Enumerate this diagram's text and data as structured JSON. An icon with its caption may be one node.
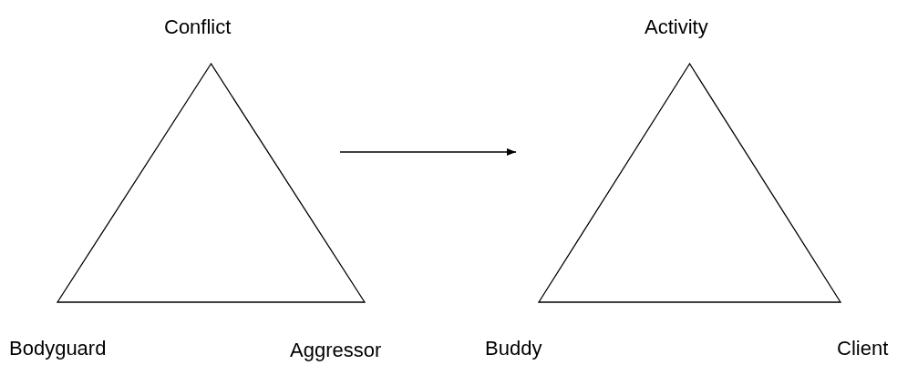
{
  "diagram": {
    "nodes": [
      {
        "text": [],
        "shape": "triangle",
        "beside": [
          "Conflict",
          "Bodyguard",
          "Aggressor"
        ]
      },
      {
        "text": [],
        "shape": "triangle",
        "beside": [
          "Activity",
          "Buddy",
          "Client"
        ]
      }
    ],
    "edges": [
      {
        "from": 0,
        "to": 1,
        "arrow": "to"
      }
    ]
  }
}
